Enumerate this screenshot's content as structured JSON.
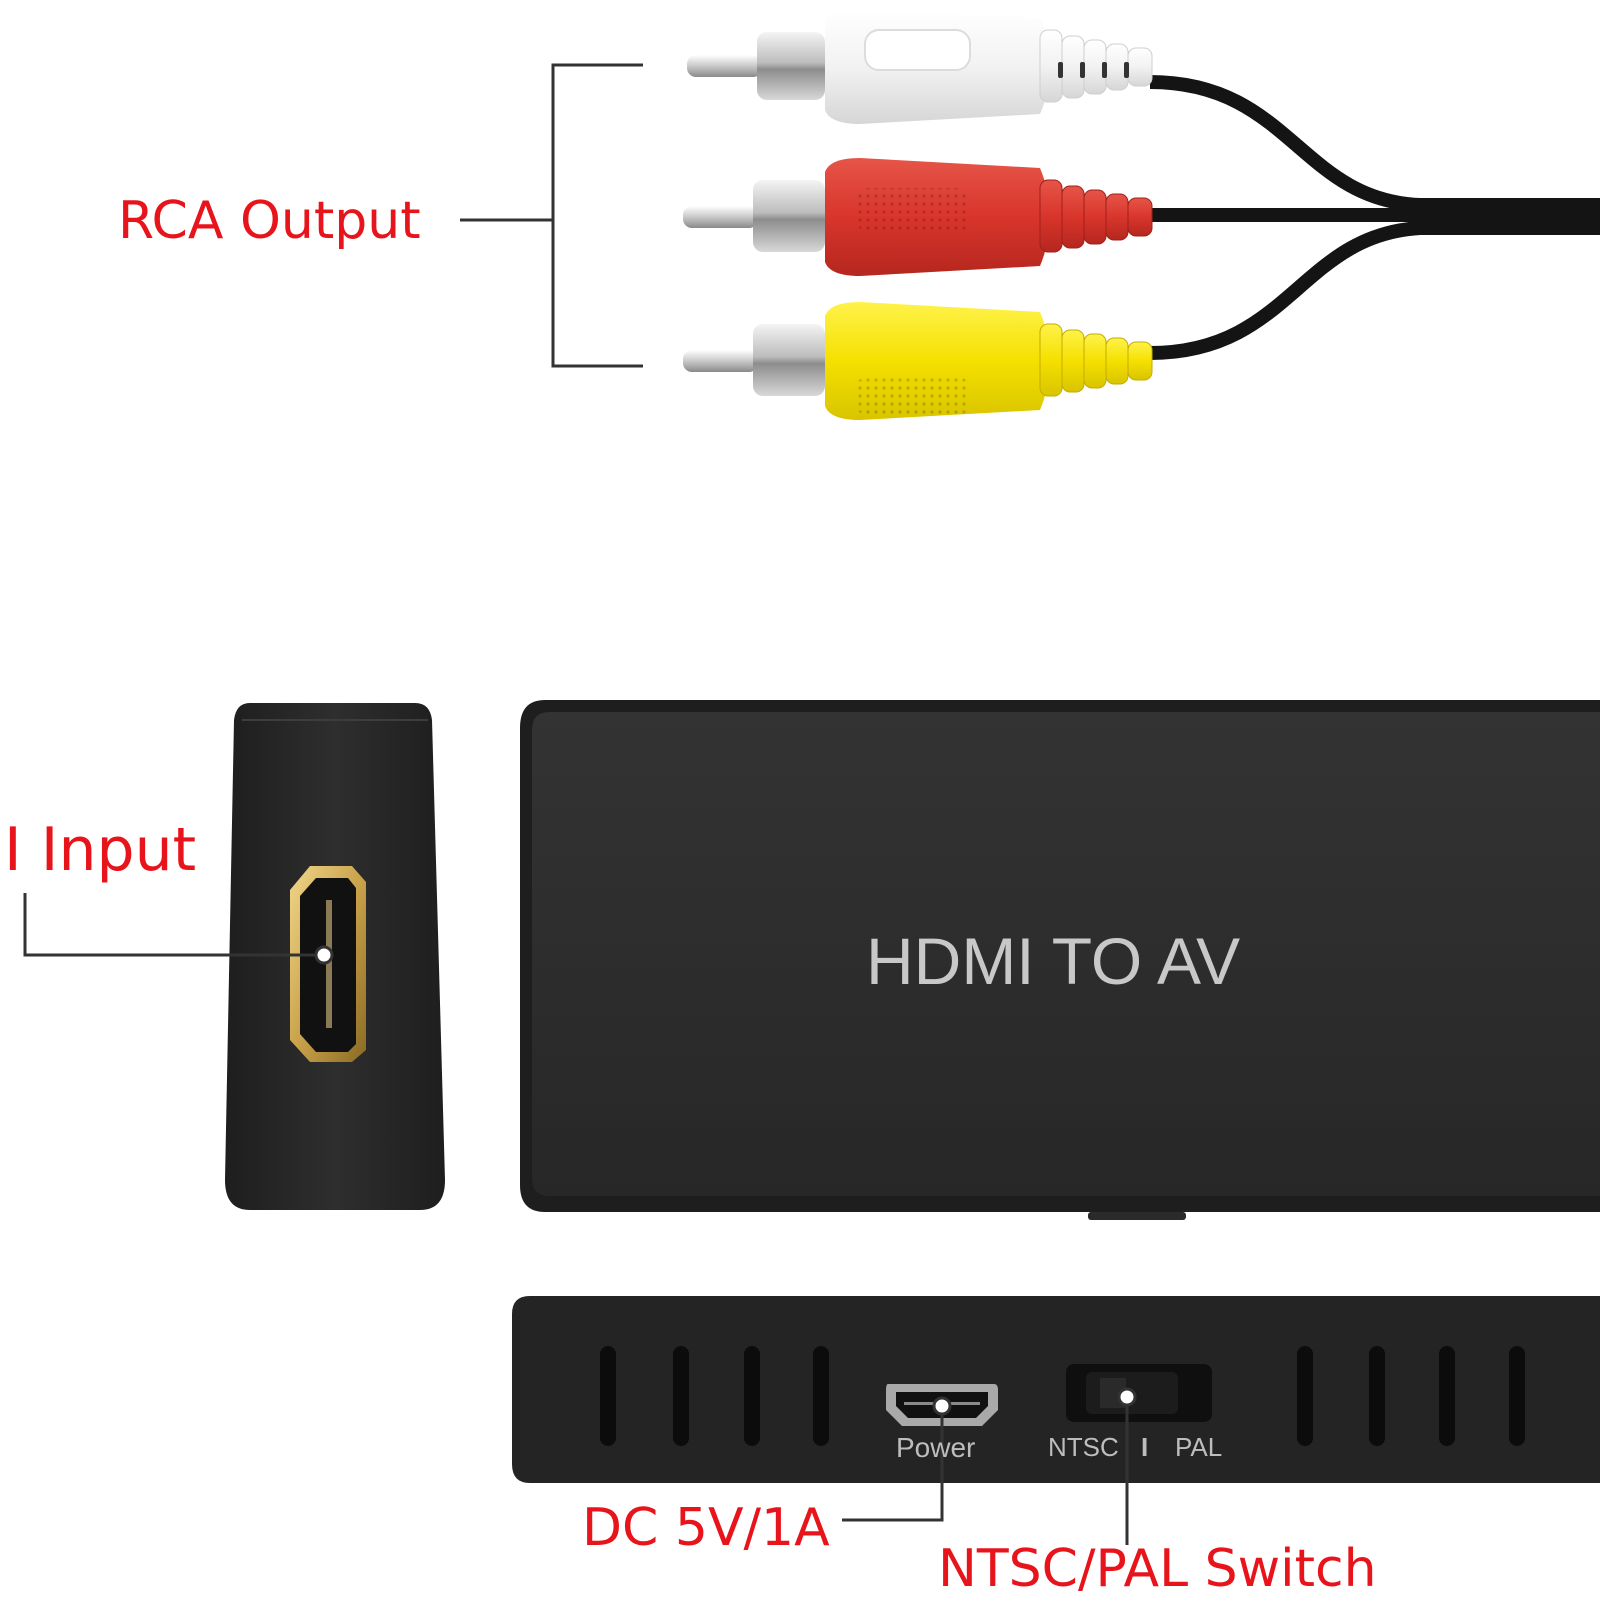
{
  "labels": {
    "rca_output": "RCA Output",
    "hdmi_input": "I Input",
    "dc_power": "DC 5V/1A",
    "ntsc_pal_switch": "NTSC/PAL Switch"
  },
  "device": {
    "name": "HDMI TO AV",
    "power_port_label": "Power",
    "switch_left_label": "NTSC",
    "switch_separator": "I",
    "switch_right_label": "PAL"
  },
  "colors": {
    "callout_text": "#e8141c",
    "device_body": "#2b2b2b",
    "device_text": "#c8c8c8",
    "plug_white": "#f2f2f2",
    "plug_red": "#d9352b",
    "plug_yellow": "#f5e000",
    "hdmi_gold": "#c9a24a"
  },
  "icons": {
    "hdmi_port": "hdmi-port-icon",
    "micro_usb_port": "micro-usb-port-icon",
    "slide_switch": "slide-switch-icon"
  }
}
